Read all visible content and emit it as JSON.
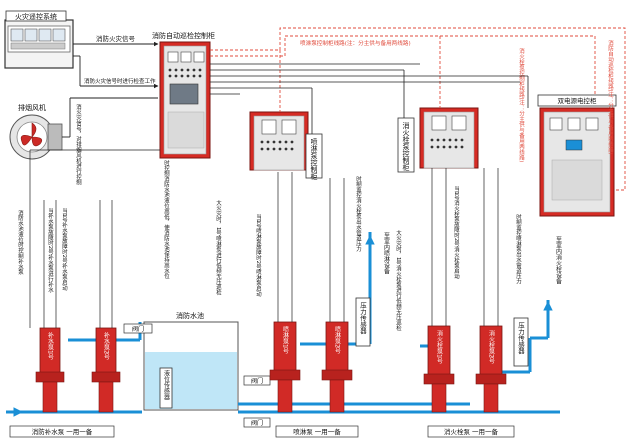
{
  "panels": {
    "fire_alarm_system": "火灾遥控系统",
    "auto_inspection_cabinet": "消防自动巡检控制柜",
    "sprinkler_cabinet": "喷淋泵控制柜",
    "hydrant_cabinet": "消火栓泵控制柜",
    "dual_power_cabinet": "双电源电控柜"
  },
  "labels": {
    "fire_signal": "消防火灾信号",
    "fire_signal_to_inspection": "消防火灾信号时进行检查工作",
    "exhaust_fan": "排烟风机",
    "sprinkler_control_line": "喷淋泵控制柜线路(注：分主供与备用两线路)",
    "hydrant_control_line": "消火栓泵控制柜线路(注：分主供与备用两线路)",
    "auto_inspection_line": "消防自动巡检柜线路(注：分主供与备用两线路)",
    "fire_pool": "消防水池",
    "level_sensor": "液位传感器",
    "pressure_sensor_1": "压力传感器",
    "pressure_sensor_2": "压力传感器",
    "valve_1": "阀门",
    "valve_2": "阀门",
    "valve_3": "阀门",
    "makeup_pump_group": "消防补水泵 一用一备",
    "sprinkler_pump_group": "喷淋泵 一用一备",
    "hydrant_pump_group": "消火栓泵 一用一备",
    "makeup_pump_1": "补水泵1号",
    "makeup_pump_2": "补水泵2号",
    "sprinkler_pump_1": "喷淋泵1号",
    "sprinkler_pump_2": "喷淋泵2号",
    "hydrant_pump_1": "消火栓泵1号",
    "hydrant_pump_2": "消火栓泵2号",
    "sprinkler_equipment": "至室内喷淋设备",
    "hydrant_equipment": "至室内消火栓设备"
  },
  "notes": {
    "n1": "消防水池液位时控制补水泵",
    "n2": "当补水泵故障时2号补水泵进行补水",
    "n3": "当1号补水泵故障时2号补水泵启动",
    "n4": "时控制消防水池液位高低，使消防水池保持高水位",
    "n5": "大火灾时，1号喷淋泵进行低频无压巡检",
    "n6": "当1号喷淋泵故障时2号喷淋泵启动",
    "n7": "时制监控消火栓泵出水管道压力",
    "n8": "大火灾时，1号消火栓泵进行低频无压巡检",
    "n9": "当1号消火栓泵故障时2号消火栓泵启动",
    "n10": "时制监控喷淋泵出水管道压力",
    "n11": "消火灾信号，对排烟风机进行控制"
  },
  "colors": {
    "cabinet_red": "#d62b24",
    "pump_red": "#d12a26",
    "pipe_blue": "#1a8fd6",
    "water_blue": "#bfe6f7",
    "signal_red": "#e04b3c"
  }
}
